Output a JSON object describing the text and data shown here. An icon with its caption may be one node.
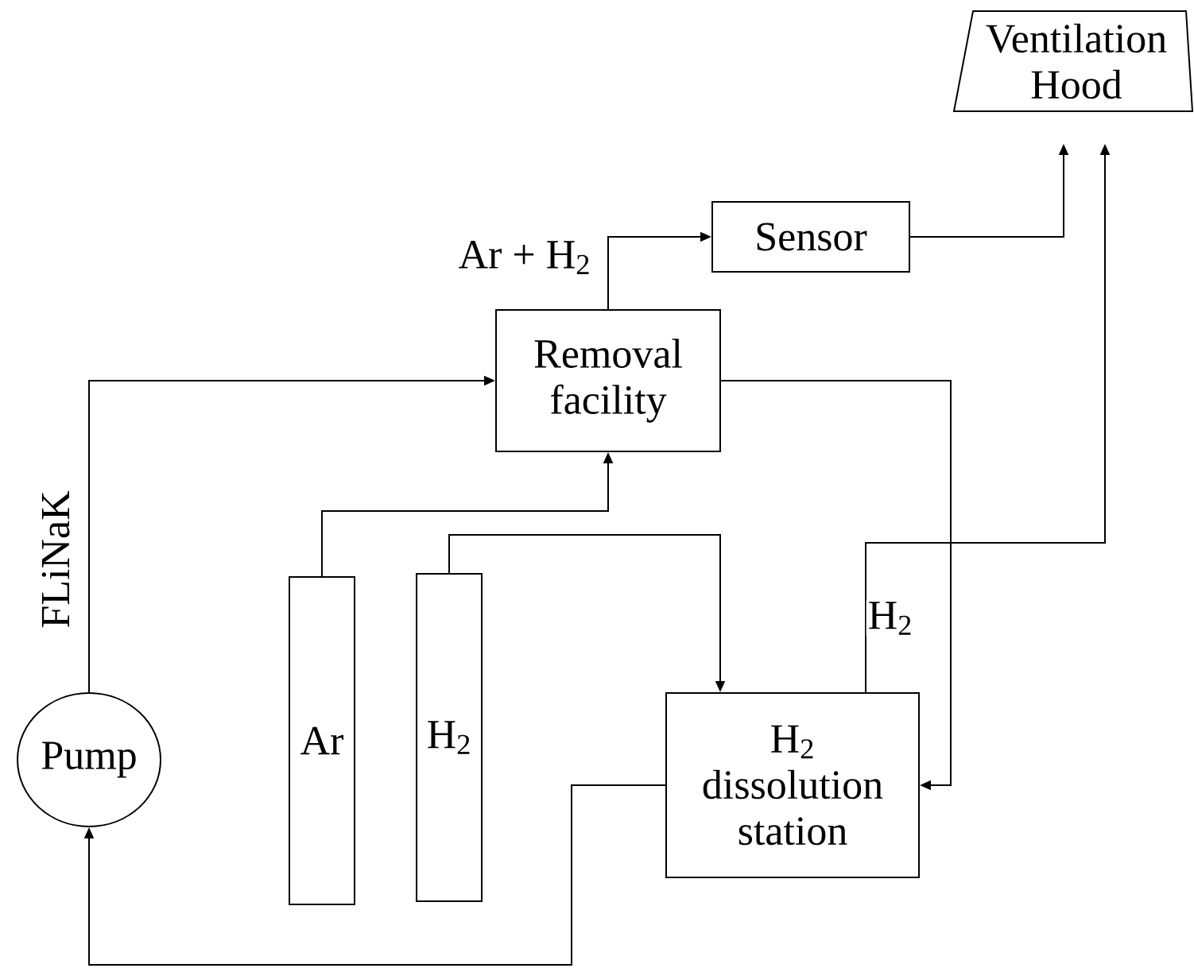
{
  "diagram": {
    "nodes": [
      {
        "text": [
          "Ventilation Hood"
        ]
      },
      {
        "text": [
          "Sensor"
        ]
      },
      {
        "text": [
          "Removal facility"
        ]
      },
      {
        "text": [
          "Pump"
        ]
      },
      {
        "text": [
          "Ar"
        ]
      },
      {
        "text": [
          "H$_{2}$"
        ]
      },
      {
        "text": [
          "H$_{2}$ dissolution station"
        ]
      }
    ],
    "edges": [
      {
        "from": 3,
        "to": 2,
        "arrow": "to",
        "label": "FLiNaK"
      },
      {
        "from": 2,
        "to": 1,
        "arrow": "to",
        "label": "Ar + H$_{2}$"
      },
      {
        "from": 1,
        "to": 0,
        "arrow": "to"
      },
      {
        "from": 2,
        "to": 6,
        "arrow": "to"
      },
      {
        "from": 4,
        "to": 2,
        "arrow": "to"
      },
      {
        "from": 5,
        "to": 6,
        "arrow": "to"
      },
      {
        "from": 6,
        "to": 0,
        "arrow": "to",
        "label": "H$_{2}$"
      },
      {
        "from": 6,
        "to": 3,
        "arrow": "to"
      }
    ]
  }
}
